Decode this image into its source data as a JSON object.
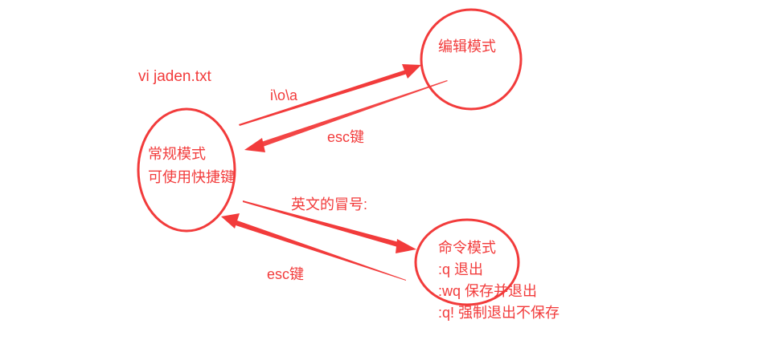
{
  "diagram": {
    "title": "vi  jaden.txt",
    "color": "#f23b3b",
    "nodes": {
      "normal": {
        "lines": [
          "常规模式",
          "可使用快捷键"
        ]
      },
      "edit": {
        "lines": [
          "编辑模式"
        ]
      },
      "command": {
        "lines": [
          "命令模式",
          ":q  退出",
          ":wq 保存并退出",
          ":q!  强制退出不保存"
        ]
      }
    },
    "edges": {
      "normal_to_edit": {
        "label": "i\\o\\a"
      },
      "edit_to_normal": {
        "label": "esc键"
      },
      "normal_to_command": {
        "label": "英文的冒号:"
      },
      "command_to_normal": {
        "label": "esc键"
      }
    }
  }
}
